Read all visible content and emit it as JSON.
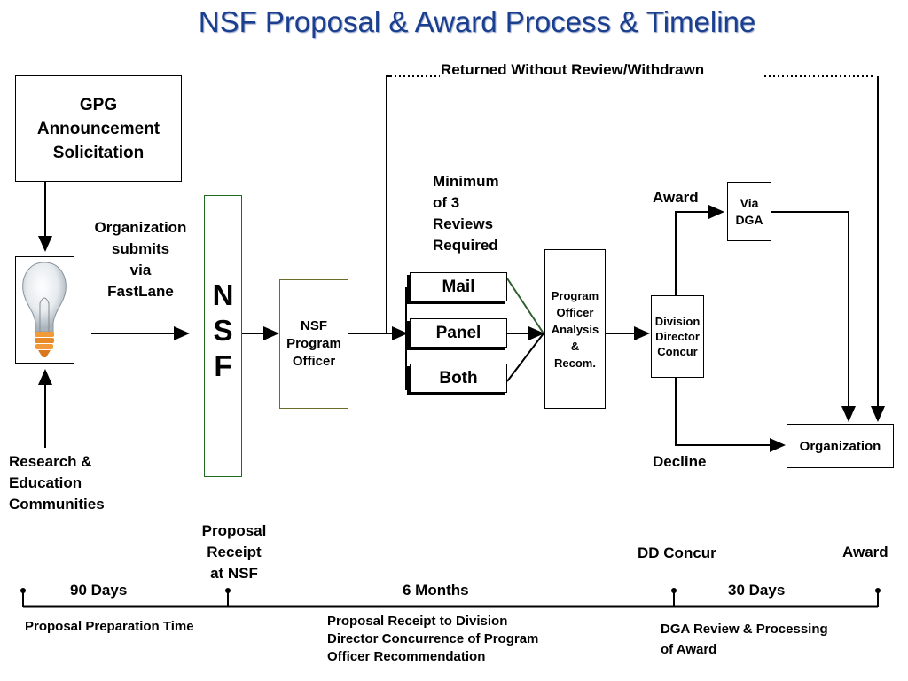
{
  "title": "NSF Proposal & Award Process & Timeline",
  "returned_label": "Returned Without Review/Withdrawn",
  "gpg_box": "GPG\nAnnouncement\nSolicitation",
  "org_submits": "Organization\nsubmits\nvia\nFastLane",
  "nsf_letters": [
    "N",
    "S",
    "F"
  ],
  "program_officer": "NSF\nProgram\nOfficer",
  "min_reviews": "Minimum\n of 3\nReviews\nRequired",
  "review_types": [
    "Mail",
    "Panel",
    "Both"
  ],
  "po_analysis": "Program\nOfficer\nAnalysis\n&\nRecom.",
  "division_director": "Division\nDirector\nConcur",
  "award_label": "Award",
  "via_dga": "Via\nDGA",
  "decline_label": "Decline",
  "organization": "Organization",
  "communities": "Research &\nEducation\nCommunities",
  "icon_lightbulb": "lightbulb-icon",
  "timeline": {
    "milestones": [
      {
        "label": "Proposal\nReceipt\nat NSF"
      },
      {
        "label": "DD Concur"
      },
      {
        "label": "Award"
      }
    ],
    "durations": [
      "90 Days",
      "6 Months",
      "30 Days"
    ],
    "descriptions": [
      "Proposal Preparation  Time",
      "Proposal Receipt to Division\nDirector Concurrence of Program\nOfficer  Recommendation",
      "DGA Review & Processing\nof Award"
    ]
  },
  "colors": {
    "title": "#1a3f8f",
    "nsf_border": "#1e6b1e",
    "po_border": "#6b6b2a",
    "review_connector": "#2f5f2f"
  }
}
